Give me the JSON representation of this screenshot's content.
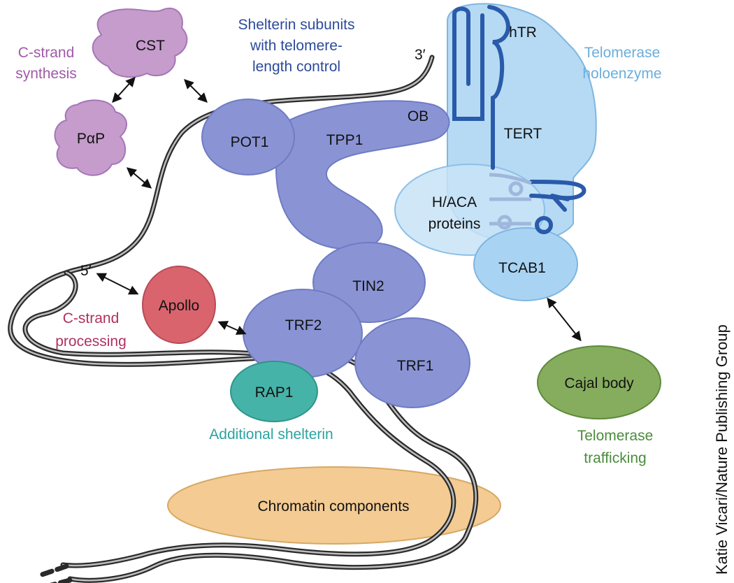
{
  "colors": {
    "shelterin_fill": "#8a94d4",
    "shelterin_text": "#2c4a9a",
    "purple": "#a576b8",
    "purple_text": "#a05aa8",
    "apollo_fill": "#d9646e",
    "apollo_text": "#b03060",
    "rap1_fill": "#46b3a8",
    "rap1_text": "#2aa3a0",
    "telomerase_fill": "#a9d3f2",
    "telomerase_text": "#6aaedc",
    "rna_stroke": "#2a5aaa",
    "cajal_fill": "#86ad5e",
    "cajal_text": "#4a8c3c",
    "chromatin_fill": "#f3cb93",
    "dna_stroke": "#2a2a2a"
  },
  "captions": {
    "c_strand_synthesis": [
      "C-strand",
      "synthesis"
    ],
    "shelterin_subunits": [
      "Shelterin subunits",
      "with telomere-",
      "length control"
    ],
    "telomerase_holoenzyme": [
      "Telomerase",
      "holoenzyme"
    ],
    "c_strand_processing": [
      "C-strand",
      "processing"
    ],
    "additional_shelterin": [
      "Additional shelterin"
    ],
    "telomerase_trafficking": [
      "Telomerase",
      "trafficking"
    ]
  },
  "components": {
    "cst": "CST",
    "pap": "PαP",
    "pot1": "POT1",
    "tpp1": "TPP1",
    "ob": "OB",
    "tin2": "TIN2",
    "trf1": "TRF1",
    "trf2": "TRF2",
    "rap1": "RAP1",
    "apollo": "Apollo",
    "htr": "hTR",
    "tert": "TERT",
    "h_aca": [
      "H/ACA",
      "proteins"
    ],
    "tcab1": "TCAB1",
    "cajal_body": "Cajal body",
    "chromatin": "Chromatin components"
  },
  "dna_ends": {
    "three_prime": "3′",
    "five_prime": "5′"
  },
  "credit": "Katie Vicari/Nature Publishing Group",
  "arrows": [
    "CST ↔ PαP",
    "CST ↔ POT1",
    "PαP ↔ DNA",
    "5′ end ↔ Apollo",
    "Apollo ↔ TRF2",
    "TCAB1 ↔ Cajal body"
  ]
}
